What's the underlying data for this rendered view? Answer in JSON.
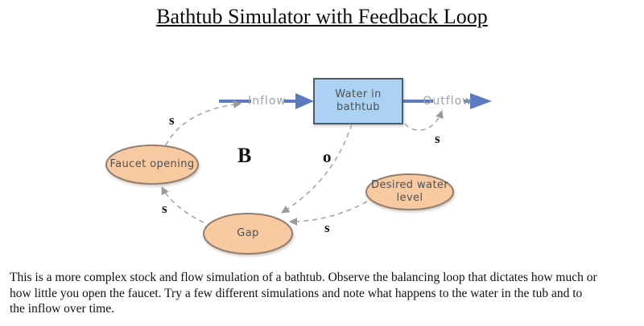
{
  "page": {
    "title": "Bathtub Simulator with Feedback Loop"
  },
  "diagram": {
    "stock": {
      "label": "Water in bathtub"
    },
    "flows": {
      "inflow_label": "Inflow",
      "outflow_label": "Outflow"
    },
    "variables": {
      "faucet": {
        "label": "Faucet opening"
      },
      "desired": {
        "label_line1": "Desired water",
        "label_line2": "level"
      },
      "gap": {
        "label": "Gap"
      }
    },
    "loop_labels": {
      "balancing": "B",
      "o_bathtub_to_gap": "o",
      "s_faucet_to_inflow": "s",
      "s_bathtub_to_outflow": "s",
      "s_gap_to_faucet": "s",
      "s_desired_to_gap": "s"
    },
    "colors": {
      "flow_blue": "#5b7abf",
      "stock_fill": "#abd2f2",
      "stock_border": "#4e5d6c",
      "ellipse_fill": "#f9c9a2",
      "ellipse_border": "#917f6f",
      "dashed_link_gray": "#a6a6a6",
      "flow_label_gray": "#99a1ad",
      "node_text": "#4b5157"
    }
  },
  "description": {
    "lines": [
      "This is a more complex stock and flow simulation of a bathtub. Observe the balancing loop that dictates how much or",
      "how little you open the faucet. Try a few different simulations and note what happens to the water in the tub and to",
      "the inflow over time."
    ]
  }
}
